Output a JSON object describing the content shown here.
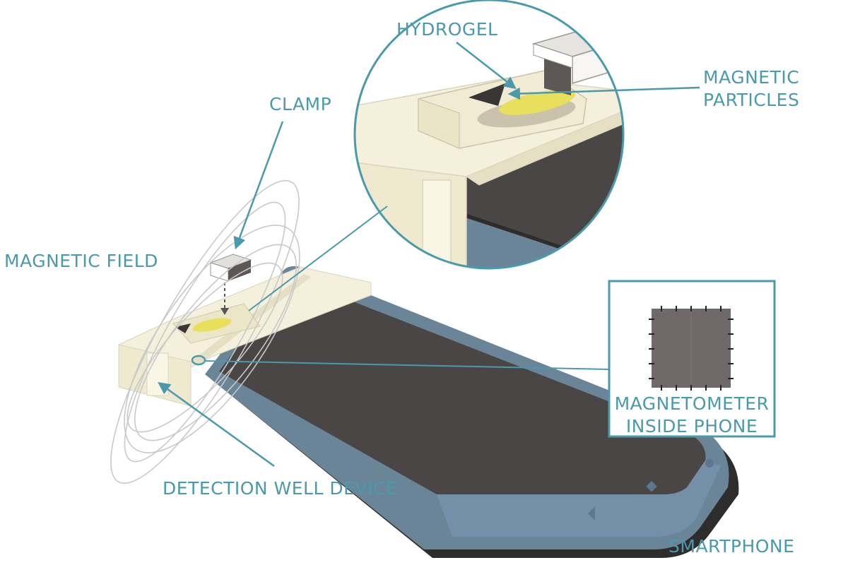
{
  "labels": {
    "hydrogel": "HYDROGEL",
    "magnetic_particles_line1": "MAGNETIC",
    "magnetic_particles_line2": "PARTICLES",
    "clamp": "CLAMP",
    "magnetic_field": "MAGNETIC  FIELD",
    "magnetometer_line1": "MAGNETOMETER",
    "magnetometer_line2": "INSIDE PHONE",
    "detection_well": "DETECTION  WELL DEVICE",
    "smartphone": "SMARTPHONE"
  },
  "colors": {
    "accent": "#4a9aab",
    "screen": "#4a4645",
    "phone_frame": "#6b8598",
    "device_body": "#f6f2dc",
    "hydrogel": "#e8e05c",
    "chip": "#6f6a69"
  },
  "icons": [
    "back-icon",
    "home-icon",
    "recents-icon"
  ]
}
